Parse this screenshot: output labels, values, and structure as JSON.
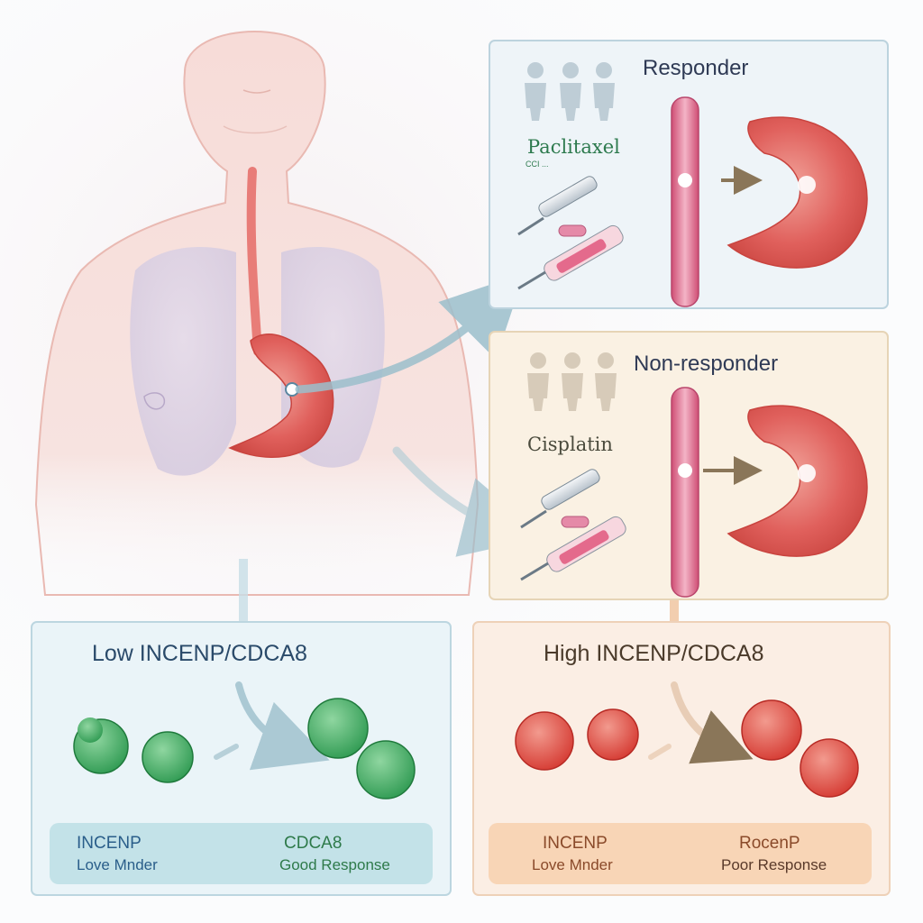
{
  "responder": {
    "title": "Responder",
    "drug": "Paclitaxel",
    "drug_subtext": "CCI ..."
  },
  "non_responder": {
    "title": "Non-responder",
    "drug": "Cisplatin"
  },
  "low_group": {
    "title": "Low INCENP/CDCA8",
    "legend": {
      "left_top": "INCENP",
      "left_bottom": "Love Mnder",
      "right_top": "CDCA8",
      "right_bottom": "Good Response"
    }
  },
  "high_group": {
    "title": "High INCENP/CDCA8",
    "legend": {
      "left_top": "INCENP",
      "left_bottom": "Love Mnder",
      "right_top": "RocenP",
      "right_bottom": "Poor Response"
    }
  },
  "colors": {
    "responder_panel": "#eef4f8",
    "non_responder_panel": "#faf1e3",
    "low_panel": "#eaf4f8",
    "high_panel": "#fbeee4",
    "low_cells": "#3fae62",
    "high_cells": "#e2453c",
    "stomach": "#e0605c",
    "arrow_blue": "#9cbfcc",
    "arrow_brown": "#8a7659"
  }
}
